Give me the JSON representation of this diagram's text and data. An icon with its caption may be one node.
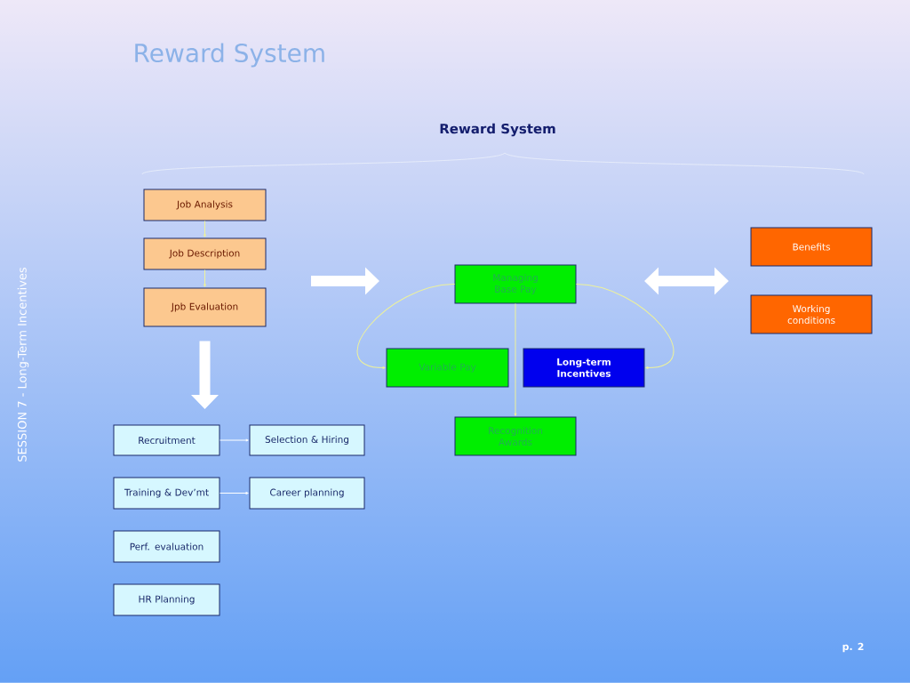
{
  "diagram": {
    "title": "Reward System",
    "nodes": [
      {
        "text": [
          "Job Analysis"
        ]
      },
      {
        "text": [
          "Job Description"
        ]
      },
      {
        "text": [
          "Jpb Evaluation"
        ]
      },
      {
        "text": [
          "Recruitment"
        ]
      },
      {
        "text": [
          "Selection & Hiring"
        ]
      },
      {
        "text": [
          "Training & Dev’mt"
        ]
      },
      {
        "text": [
          "Career planning"
        ]
      },
      {
        "text": [
          "Perf. evaluation"
        ]
      },
      {
        "text": [
          "HR Planning"
        ]
      },
      {
        "text": [
          "Managing Base Pay"
        ]
      },
      {
        "text": [
          "Variable Pay"
        ]
      },
      {
        "text": [
          "Long-term Incentives"
        ]
      },
      {
        "text": [
          "Recognition Awards"
        ]
      },
      {
        "text": [
          "Benefits"
        ]
      },
      {
        "text": [
          "Working conditions"
        ]
      }
    ],
    "edges": [
      {
        "from": 0,
        "to": 1,
        "arrow": "to"
      },
      {
        "from": 1,
        "to": 2,
        "arrow": "to"
      },
      {
        "from": 2,
        "to": null,
        "arrow": "to",
        "style": "thick",
        "color": "#ffffff"
      },
      {
        "from": 3,
        "to": 4,
        "arrow": "to",
        "color": "#ffffff"
      },
      {
        "from": 5,
        "to": 6,
        "arrow": "to",
        "color": "#ffffff"
      },
      {
        "from": 9,
        "to": 10,
        "arrow": "to"
      },
      {
        "from": 9,
        "to": 11,
        "arrow": "to"
      },
      {
        "from": 9,
        "to": 12,
        "arrow": "to"
      }
    ],
    "labels": [
      "Reward System",
      "SESSION 7 - Long-Term Incentives",
      "p. 2"
    ]
  }
}
